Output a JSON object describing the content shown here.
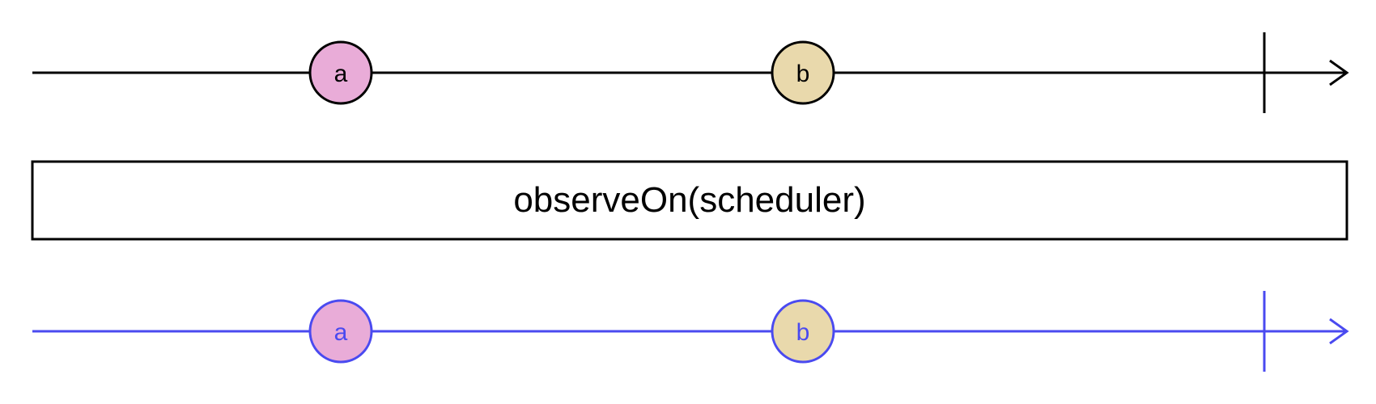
{
  "diagram": {
    "input_stream": {
      "color": "#000000",
      "marbles": [
        {
          "label": "a",
          "fill": "#e9acd8"
        },
        {
          "label": "b",
          "fill": "#e9d9ac"
        }
      ],
      "completed": true
    },
    "operator": {
      "label": "observeOn(scheduler)"
    },
    "output_stream": {
      "color": "#4a4af0",
      "marbles": [
        {
          "label": "a",
          "fill": "#e9acd8"
        },
        {
          "label": "b",
          "fill": "#e9d9ac"
        }
      ],
      "completed": true
    }
  }
}
